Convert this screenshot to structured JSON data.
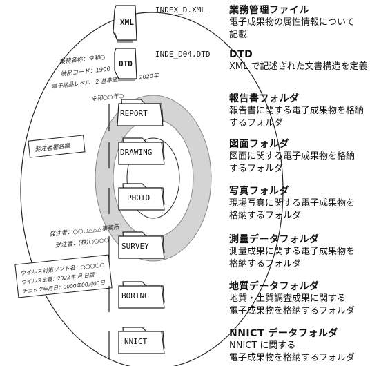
{
  "disc": {
    "project_name_line": "業務名称：令和○",
    "product_code_line": "納品コード：1900",
    "level_line": "電子納品レベル：2 基準適用年月：2020年",
    "fiscal_year_line": "令和○○年○",
    "orderer_box": "発注者署名欄",
    "orderer_line": "発注者：○○○△△△事務所",
    "contractor_line": "受注者：(株)○○○○",
    "virus_software_line": "ウイルス対策ソフト名：○○○○○",
    "virus_definition_line": "ウイルス定義：2022年 月 日版",
    "check_date_line": "チェック年月日：0000年00月00日"
  },
  "xml_icon": {
    "label": "XML",
    "filename": "INDEX_D.XML",
    "title": "業務管理ファイル",
    "lines": [
      "電子成果物の属性情報について",
      "記載"
    ]
  },
  "dtd_icon": {
    "label": "DTD",
    "filename": "INDE_D04.DTD",
    "title": "DTD",
    "lines": [
      "XML で記述された文書構造を定義"
    ]
  },
  "folders": [
    {
      "label": "REPORT",
      "title": "報告書フォルダ",
      "lines": [
        "報告書に関する電子成果物を格納",
        "するフォルダ"
      ]
    },
    {
      "label": "DRAWING",
      "title": "図面フォルダ",
      "lines": [
        "図面に関する電子成果物を格納",
        "するフォルダ"
      ]
    },
    {
      "label": "PHOTO",
      "title": "写真フォルダ",
      "lines": [
        "現場写真に関する電子成果物を",
        "格納するフォルダ"
      ]
    },
    {
      "label": "SURVEY",
      "title": "測量データフォルダ",
      "lines": [
        "測量成果に関する電子成果物を",
        "格納するフォルダ"
      ]
    },
    {
      "label": "BORING",
      "title": "地質データフォルダ",
      "lines": [
        "地質・土質調査成果に関する",
        "電子成果物を格納するフォルダ"
      ]
    },
    {
      "label": "NNICT",
      "title": "NNICT データフォルダ",
      "lines": [
        "NNICT に関する",
        "電子成果物を格納するフォルダ"
      ]
    }
  ],
  "colors": {
    "stroke": "#222222",
    "disc_fill": "#ffffff",
    "hub_ring": "#d4d4d4",
    "shadow": "#9a9a9a"
  }
}
